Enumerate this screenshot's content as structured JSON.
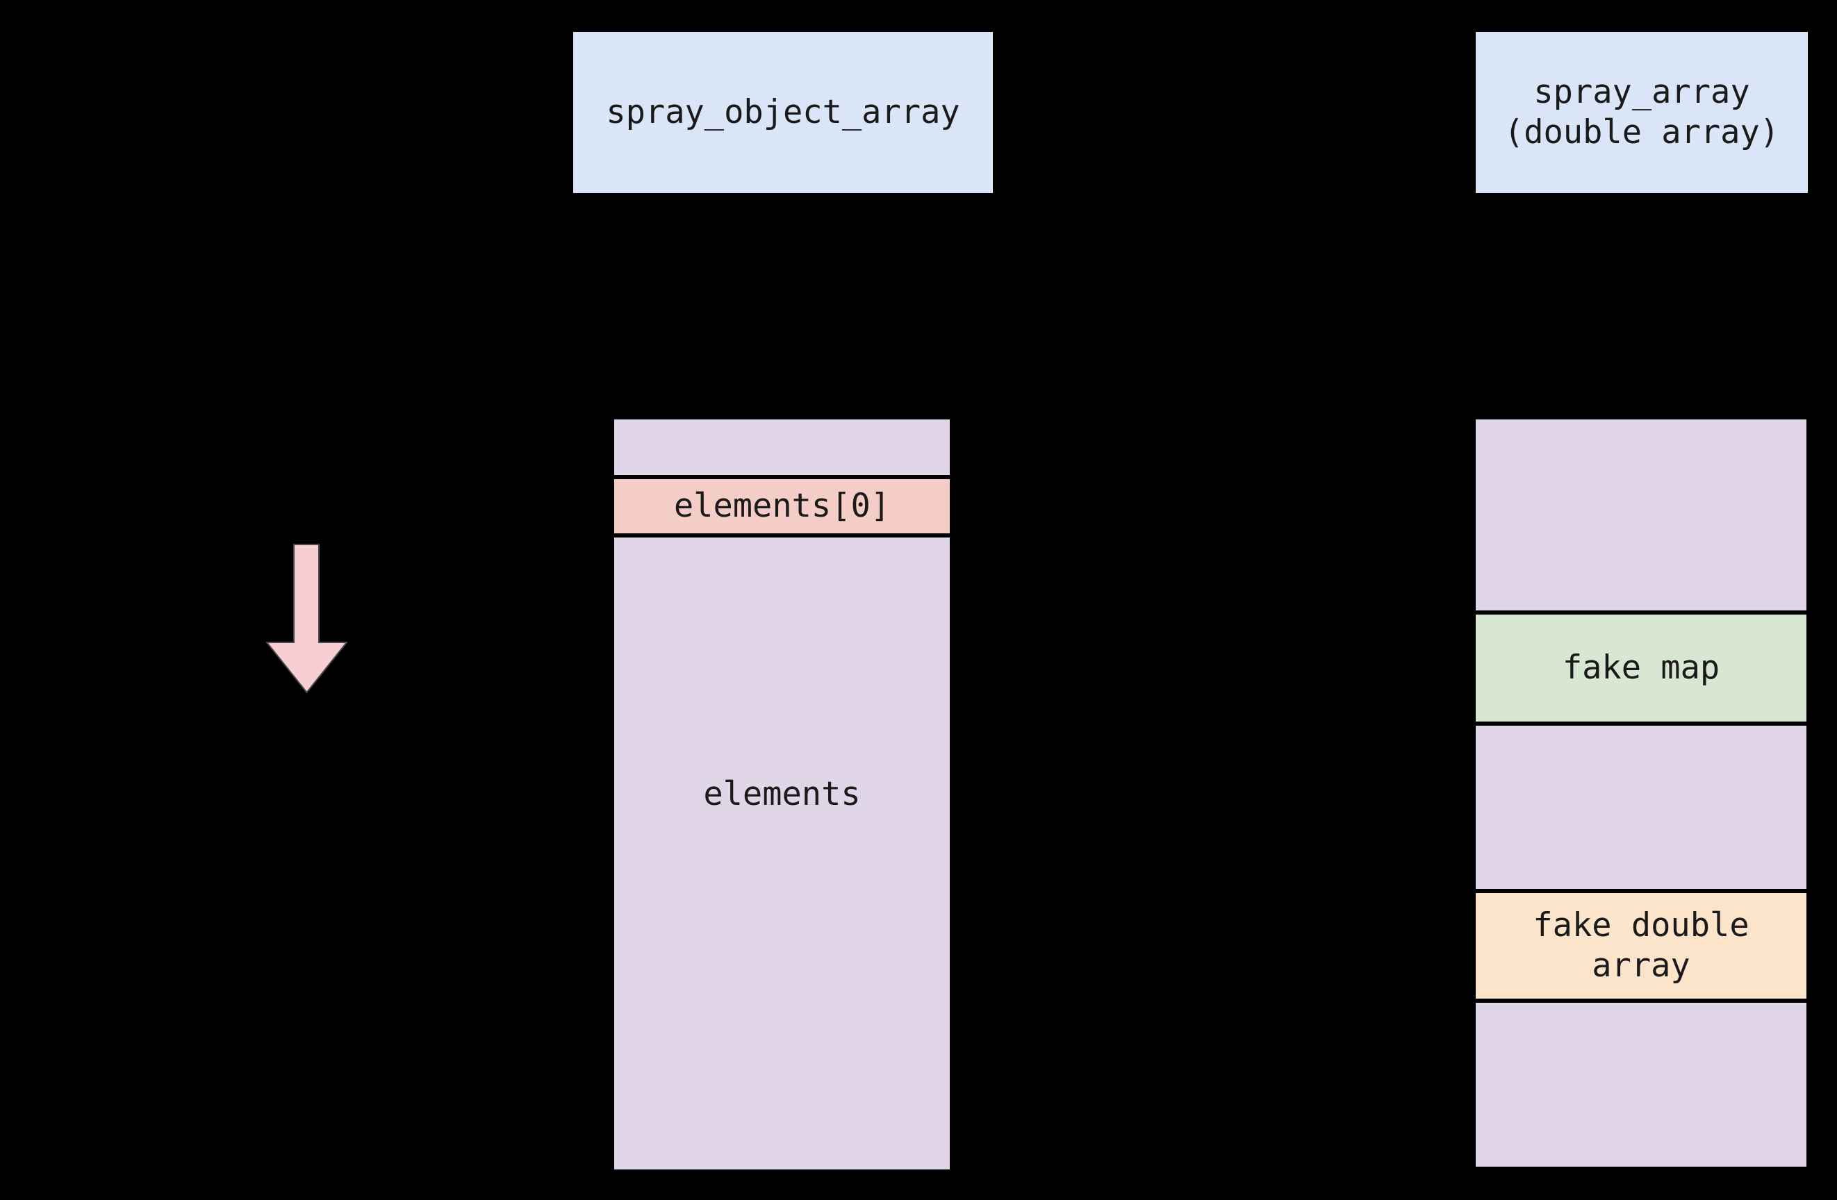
{
  "diagram": {
    "background": "#000000",
    "text_color": "#1a1a1a",
    "colors": {
      "box_blue": "#dae6f8",
      "lavender": "#e1d6e7",
      "pink": "#f5cdc7",
      "green": "#d7e7d2",
      "orange": "#fce4ca",
      "arrow_pink": "#f7cfd3",
      "arrow_outline": "#4a4a4a",
      "divider": "#000000"
    },
    "top_labels": {
      "object_array": "spray_object_array",
      "double_array": "spray_array\n(double array)"
    },
    "object_array_column": {
      "label": "elements",
      "first_element_label": "elements[0]"
    },
    "double_array_column": {
      "fake_map_label": "fake map",
      "fake_double_array_label": "fake double\narray"
    },
    "arrow": {
      "direction": "down"
    }
  }
}
